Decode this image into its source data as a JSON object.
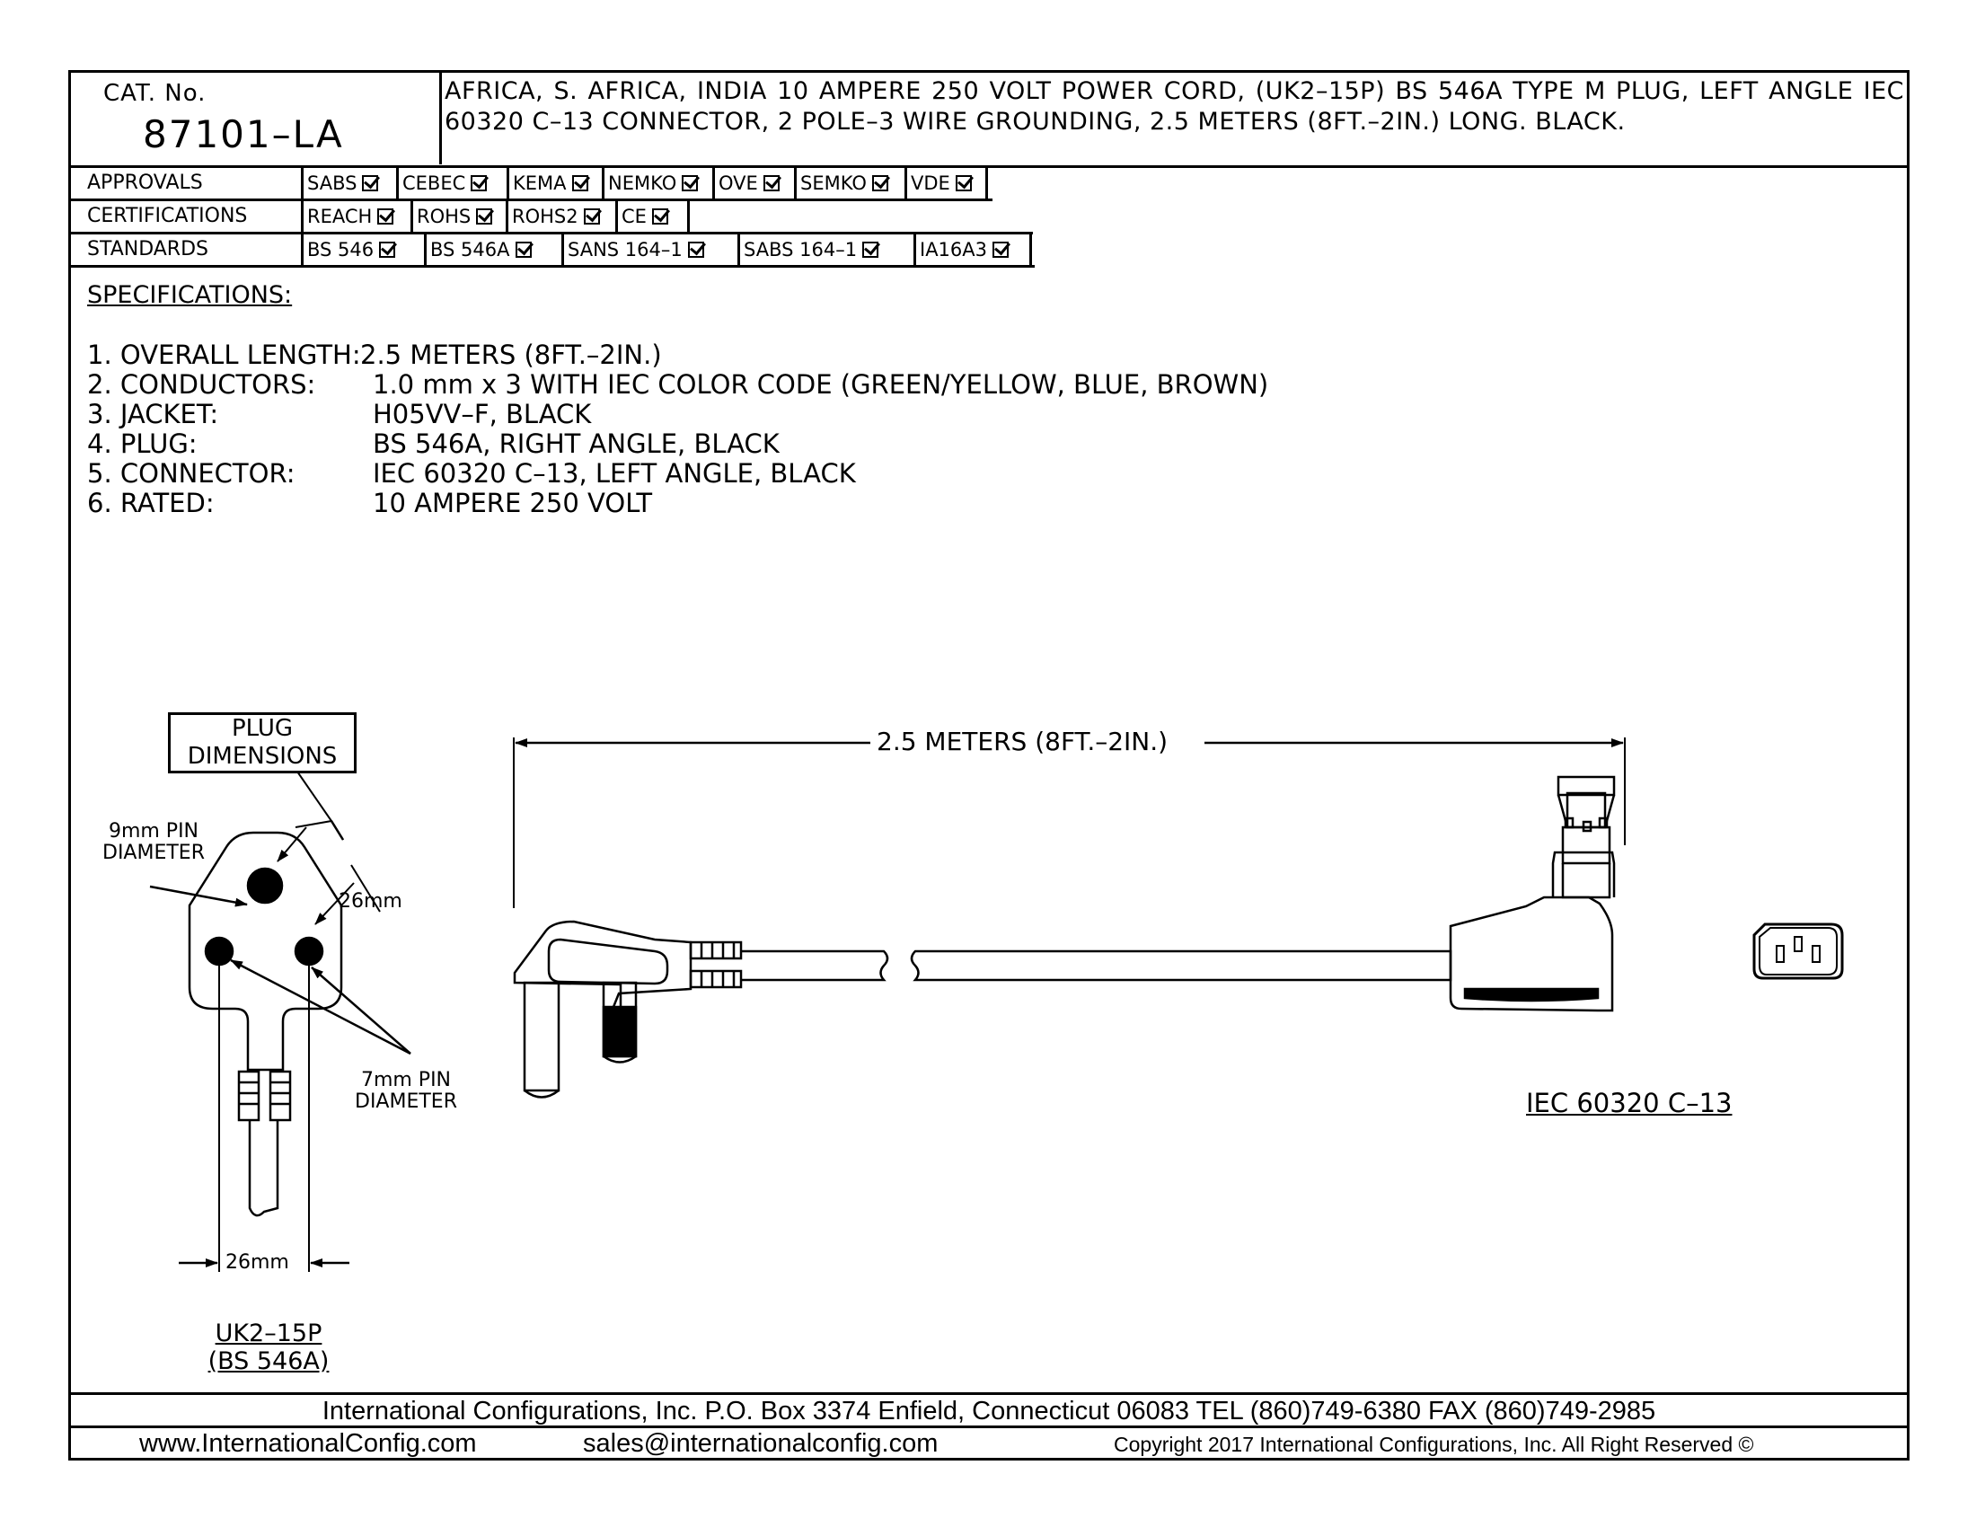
{
  "header": {
    "cat_label": "CAT. No.",
    "cat_value": "87101–LA",
    "description": "AFRICA, S. AFRICA, INDIA 10 AMPERE 250 VOLT POWER CORD, (UK2–15P) BS 546A TYPE M PLUG, LEFT ANGLE IEC 60320 C–13 CONNECTOR, 2 POLE–3 WIRE GROUNDING, 2.5 METERS (8FT.–2IN.) LONG. BLACK."
  },
  "approvals": {
    "label": "APPROVALS",
    "items": [
      {
        "name": "SABS",
        "checked": true
      },
      {
        "name": "CEBEC",
        "checked": true
      },
      {
        "name": "KEMA",
        "checked": true
      },
      {
        "name": "NEMKO",
        "checked": true
      },
      {
        "name": "OVE",
        "checked": true
      },
      {
        "name": "SEMKO",
        "checked": true
      },
      {
        "name": "VDE",
        "checked": true
      }
    ]
  },
  "certifications": {
    "label": "CERTIFICATIONS",
    "items": [
      {
        "name": "REACH",
        "checked": true
      },
      {
        "name": "ROHS",
        "checked": true
      },
      {
        "name": "ROHS2",
        "checked": true
      },
      {
        "name": "CE",
        "checked": true
      }
    ]
  },
  "standards": {
    "label": "STANDARDS",
    "items": [
      {
        "name": "BS 546",
        "checked": true
      },
      {
        "name": "BS 546A",
        "checked": true
      },
      {
        "name": "SANS 164–1",
        "checked": true
      },
      {
        "name": "SABS 164–1",
        "checked": true
      },
      {
        "name": "IA16A3",
        "checked": true
      }
    ]
  },
  "specifications": {
    "title": "SPECIFICATIONS:",
    "items": [
      {
        "key": "1. OVERALL LENGTH:",
        "value": "2.5 METERS (8FT.–2IN.)"
      },
      {
        "key": "2. CONDUCTORS:",
        "value": "1.0 mm x 3 WITH IEC COLOR CODE (GREEN/YELLOW, BLUE, BROWN)"
      },
      {
        "key": "3. JACKET:",
        "value": "H05VV–F, BLACK"
      },
      {
        "key": "4. PLUG:",
        "value": "BS 546A, RIGHT ANGLE, BLACK"
      },
      {
        "key": "5. CONNECTOR:",
        "value": "IEC 60320 C–13, LEFT ANGLE, BLACK"
      },
      {
        "key": "6. RATED:",
        "value": "10 AMPERE 250 VOLT"
      }
    ]
  },
  "drawing": {
    "plug_dimensions_label_1": "PLUG",
    "plug_dimensions_label_2": "DIMENSIONS",
    "pin9_label_1": "9mm PIN",
    "pin9_label_2": "DIAMETER",
    "dim_26_top": "26mm",
    "pin7_label_1": "7mm PIN",
    "pin7_label_2": "DIAMETER",
    "dim_26_bottom": "26mm",
    "plug_name_1": "UK2–15P",
    "plug_name_2": "(BS 546A)",
    "length_dim": "2.5 METERS (8FT.–2IN.)",
    "connector_name": "IEC 60320 C–13"
  },
  "footer": {
    "line1": "International Configurations, Inc.   P.O. Box 3374   Enfield, Connecticut 06083   TEL (860)749-6380   FAX (860)749-2985",
    "website": "www.InternationalConfig.com",
    "email": "sales@internationalconfig.com",
    "copyright": "Copyright 2017 International Configurations, Inc. All Right Reserved ©"
  }
}
